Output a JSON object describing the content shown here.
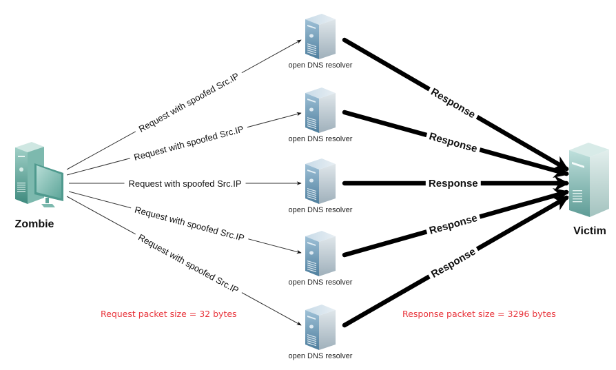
{
  "diagram": {
    "title": "DNS amplification attack",
    "nodes": {
      "zombie": {
        "label": "Zombie",
        "icon": "desktop-computer-icon"
      },
      "victim": {
        "label": "Victim",
        "icon": "server-tower-icon"
      },
      "resolvers": [
        {
          "label": "open DNS resolver",
          "icon": "server-tower-icon"
        },
        {
          "label": "open DNS resolver",
          "icon": "server-tower-icon"
        },
        {
          "label": "open DNS resolver",
          "icon": "server-tower-icon"
        },
        {
          "label": "open DNS resolver",
          "icon": "server-tower-icon"
        },
        {
          "label": "open DNS resolver",
          "icon": "server-tower-icon"
        }
      ]
    },
    "requests": [
      {
        "label": "Request with spoofed Src.IP"
      },
      {
        "label": "Request with spoofed Src.IP"
      },
      {
        "label": "Request with spoofed Src.IP"
      },
      {
        "label": "Request with spoofed Src.IP"
      },
      {
        "label": "Request with spoofed Src.IP"
      }
    ],
    "responses": [
      {
        "label": "Response"
      },
      {
        "label": "Response"
      },
      {
        "label": "Response"
      },
      {
        "label": "Response"
      },
      {
        "label": "Response"
      }
    ],
    "notes": {
      "request_size": "Request packet size = 32 bytes",
      "response_size": "Response packet size = 3296 bytes"
    },
    "colors": {
      "note_text": "#e8343b",
      "zombie_body": "#5fa79a",
      "resolver_body": "#7fa3bd",
      "victim_body": "#8fbdb8"
    }
  }
}
